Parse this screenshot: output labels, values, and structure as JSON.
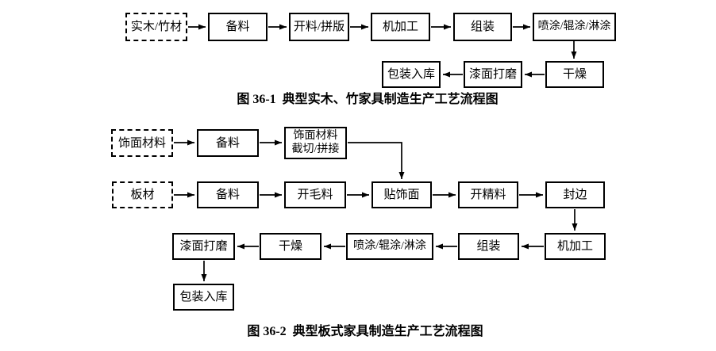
{
  "figure1": {
    "caption": "图 36-1  典型实木、竹家具制造生产工艺流程图",
    "nodes": {
      "material_input": "实木/竹材",
      "preparation": "备料",
      "cutting_panelizing": "开料/拼版",
      "machining": "机加工",
      "assembly": "组装",
      "coating": "喷涂/辊涂/淋涂",
      "drying": "干燥",
      "paint_sanding": "漆面打磨",
      "packing_warehousing": "包装入库"
    }
  },
  "figure2": {
    "caption": "图 36-2  典型板式家具制造生产工艺流程图",
    "nodes": {
      "veneer_material_input": "饰面材料",
      "veneer_preparation": "备料",
      "veneer_cutting_splicing": "饰面材料\n截切/拼接",
      "panel_material_input": "板材",
      "panel_preparation": "备料",
      "rough_cutting": "开毛料",
      "veneer_laminating": "贴饰面",
      "fine_cutting": "开精料",
      "edge_banding": "封边",
      "machining": "机加工",
      "assembly": "组装",
      "coating": "喷涂/辊涂/淋涂",
      "drying": "干燥",
      "paint_sanding": "漆面打磨",
      "packing_warehousing": "包装入库"
    }
  },
  "colors": {
    "line": "#000000",
    "background": "#ffffff"
  }
}
